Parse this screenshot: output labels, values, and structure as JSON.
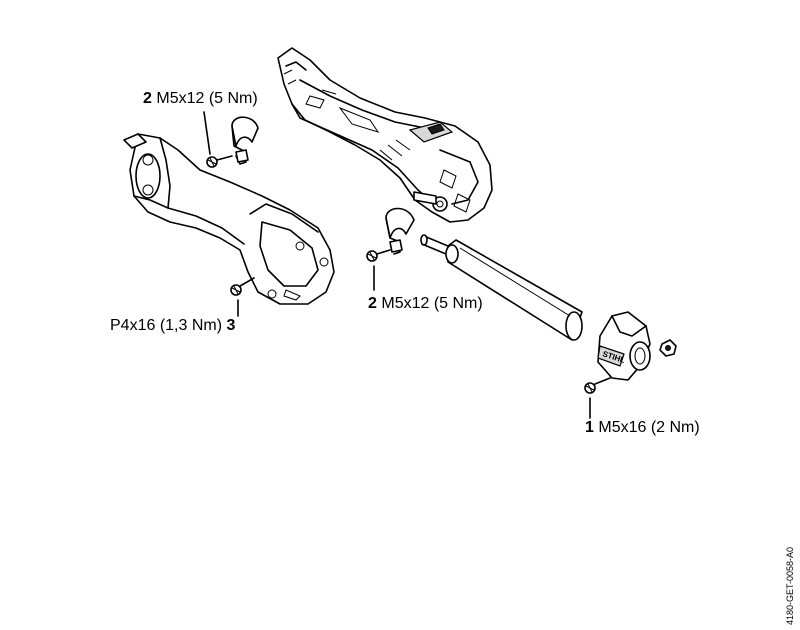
{
  "callouts": {
    "screw_2_top": {
      "number": "2",
      "spec": "M5x12 (5 Nm)"
    },
    "screw_2_mid": {
      "number": "2",
      "spec": "M5x12 (5 Nm)"
    },
    "screw_3": {
      "number": "3",
      "spec": "P4x16 (1,3 Nm)"
    },
    "screw_1": {
      "number": "1",
      "spec": "M5x16 (2 Nm)"
    }
  },
  "doc_id": "4180-GET-0058-A0",
  "brand_mark": "STIHL"
}
